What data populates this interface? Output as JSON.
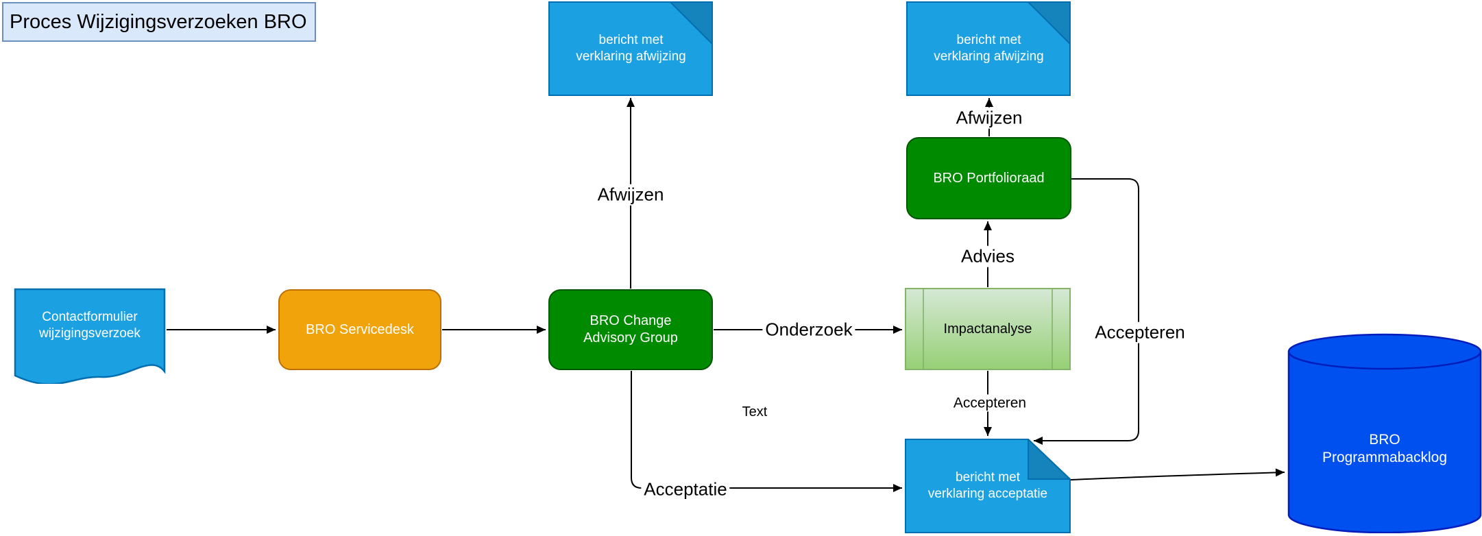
{
  "title": "Proces Wijzigingsverzoeken BRO",
  "colors": {
    "canvas_bg": "#ffffff",
    "line": "#000000",
    "label_text": "#000000",
    "node_text": "#ffffff",
    "title_fill": "#dae8fc",
    "title_stroke": "#6c8ebf",
    "note_fill": "#1ba1e2",
    "note_fold": "#1584bd",
    "note_stroke": "#006eaf",
    "green_fill": "#008a00",
    "green_stroke": "#005700",
    "orange_fill": "#f0a30a",
    "orange_stroke": "#bd7000",
    "impact_fill_top": "#d5e8d4",
    "impact_fill_bottom": "#97d077",
    "impact_stroke": "#82b366",
    "db_fill": "#0050ef",
    "db_stroke": "#001dbc"
  },
  "nodes": {
    "contactformulier": {
      "label": "Contactformulier\nwijzigingsverzoek"
    },
    "servicedesk": {
      "label": "BRO Servicedesk"
    },
    "cag": {
      "label": "BRO Change\nAdvisory Group"
    },
    "note_afwijzing_1": {
      "label": "bericht met\nverklaring afwijzing"
    },
    "note_afwijzing_2": {
      "label": "bericht met\nverklaring afwijzing"
    },
    "portfolioraad": {
      "label": "BRO Portfolioraad"
    },
    "impactanalyse": {
      "label": "Impactanalyse"
    },
    "note_acceptatie": {
      "label": "bericht met\nverklaring acceptatie"
    },
    "backlog": {
      "label": "BRO\nProgrammabacklog"
    }
  },
  "edge_labels": {
    "afwijzen_cag": "Afwijzen",
    "onderzoek": "Onderzoek",
    "advies": "Advies",
    "afwijzen_portfolio": "Afwijzen",
    "accepteren_loop": "Accepteren",
    "accepteren_impact": "Accepteren",
    "acceptatie": "Acceptatie",
    "free_text": "Text"
  }
}
